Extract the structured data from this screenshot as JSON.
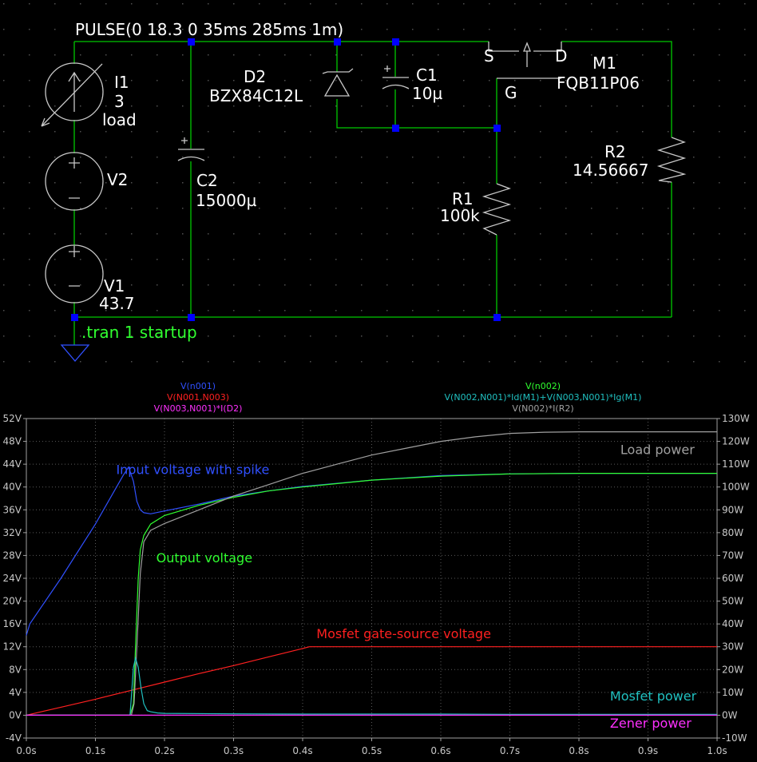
{
  "schematic": {
    "pulse_label": "PULSE(0 18.3 0 35ms 285ms 1m)",
    "i1": {
      "name": "I1",
      "value": "3",
      "extra": "load"
    },
    "v2": {
      "name": "V2"
    },
    "v1": {
      "name": "V1",
      "value": "43.7"
    },
    "c2": {
      "name": "C2",
      "value": "15000µ"
    },
    "d2": {
      "name": "D2",
      "value": "BZX84C12L"
    },
    "c1": {
      "name": "C1",
      "value": "10µ"
    },
    "m1": {
      "name": "M1",
      "value": "FQB11P06",
      "pin_s": "S",
      "pin_d": "D",
      "pin_g": "G"
    },
    "r1": {
      "name": "R1",
      "value": "100k"
    },
    "r2": {
      "name": "R2",
      "value": "14.56667"
    },
    "tran": ".tran 1 startup"
  },
  "colors": {
    "background": "#000000",
    "wire": "#00c800",
    "junction": "#0000ff",
    "component": "#c8c8c8",
    "grid_dot": "#505050"
  },
  "chart_data": {
    "type": "line",
    "xlim": [
      0,
      1.0
    ],
    "ylim_left": [
      -4,
      52
    ],
    "ylim_right": [
      -10,
      130
    ],
    "x_ticks": [
      "0.0s",
      "0.1s",
      "0.2s",
      "0.3s",
      "0.4s",
      "0.5s",
      "0.6s",
      "0.7s",
      "0.8s",
      "0.9s",
      "1.0s"
    ],
    "y_ticks_left": [
      "-4V",
      "0V",
      "4V",
      "8V",
      "12V",
      "16V",
      "20V",
      "24V",
      "28V",
      "32V",
      "36V",
      "40V",
      "44V",
      "48V",
      "52V"
    ],
    "y_ticks_right": [
      "-10W",
      "0W",
      "10W",
      "20W",
      "30W",
      "40W",
      "50W",
      "60W",
      "70W",
      "80W",
      "90W",
      "100W",
      "110W",
      "120W",
      "130W"
    ],
    "grid": true,
    "legend_left": [
      {
        "text": "V(n001)",
        "color": "#3050ff"
      },
      {
        "text": "V(N001,N003)",
        "color": "#ff2020"
      },
      {
        "text": "V(N003,N001)*I(D2)",
        "color": "#ff30ff"
      }
    ],
    "legend_right": [
      {
        "text": "V(n002)",
        "color": "#30ff30"
      },
      {
        "text": "V(N002,N001)*Id(M1)+V(N003,N001)*Ig(M1)",
        "color": "#20c0c0"
      },
      {
        "text": "V(N002)*I(R2)",
        "color": "#a0a0a0"
      }
    ],
    "annotations": [
      {
        "text": "Input voltage with spike",
        "color": "#3050ff",
        "x": 0.13,
        "y": 42.3,
        "axis": "left"
      },
      {
        "text": "Output voltage",
        "color": "#30ff30",
        "x": 0.188,
        "y": 26.8,
        "axis": "left"
      },
      {
        "text": "Mosfet gate-source voltage",
        "color": "#ff2020",
        "x": 0.42,
        "y": 13.5,
        "axis": "left"
      },
      {
        "text": "Load power",
        "color": "#a0a0a0",
        "x": 0.86,
        "y": 114.5,
        "axis": "right"
      },
      {
        "text": "Mosfet power",
        "color": "#20c0c0",
        "x": 0.845,
        "y": 6.5,
        "axis": "right"
      },
      {
        "text": "Zener power",
        "color": "#ff30ff",
        "x": 0.845,
        "y": -5.5,
        "axis": "right"
      }
    ],
    "series": [
      {
        "axis": "left",
        "color": "#3050ff",
        "x": [
          0,
          0.005,
          0.05,
          0.1,
          0.14,
          0.148,
          0.155,
          0.16,
          0.165,
          0.17,
          0.18,
          0.2,
          0.25,
          0.3,
          0.35,
          0.4,
          0.5,
          0.6,
          0.7,
          0.8,
          0.9,
          1.0
        ],
        "y": [
          14.0,
          16.0,
          24.0,
          33.5,
          42.0,
          43.5,
          41.0,
          37.5,
          36.0,
          35.5,
          35.3,
          35.8,
          37.0,
          38.4,
          39.3,
          40.1,
          41.2,
          42.0,
          42.3,
          42.4,
          42.4,
          42.4
        ]
      },
      {
        "axis": "left",
        "color": "#ff2020",
        "x": [
          0,
          0.05,
          0.1,
          0.15,
          0.2,
          0.25,
          0.3,
          0.35,
          0.4,
          0.41,
          0.5,
          0.6,
          0.7,
          0.8,
          0.9,
          1.0
        ],
        "y": [
          0,
          1.4,
          2.8,
          4.3,
          5.8,
          7.3,
          8.7,
          10.2,
          11.7,
          12.0,
          12.0,
          12.0,
          12.0,
          12.0,
          12.0,
          12.0
        ]
      },
      {
        "axis": "left",
        "color": "#30ff30",
        "x": [
          0,
          0.15,
          0.155,
          0.158,
          0.162,
          0.165,
          0.17,
          0.18,
          0.2,
          0.25,
          0.3,
          0.35,
          0.4,
          0.5,
          0.6,
          0.7,
          0.8,
          0.9,
          1.0
        ],
        "y": [
          0,
          0,
          2.0,
          12.0,
          24.0,
          29.0,
          31.5,
          33.5,
          35.0,
          36.8,
          38.2,
          39.3,
          40.0,
          41.2,
          41.9,
          42.3,
          42.4,
          42.4,
          42.4
        ]
      },
      {
        "axis": "right",
        "color": "#a0a0a0",
        "x": [
          0,
          0.152,
          0.156,
          0.16,
          0.165,
          0.17,
          0.18,
          0.2,
          0.25,
          0.3,
          0.35,
          0.4,
          0.45,
          0.5,
          0.55,
          0.6,
          0.65,
          0.7,
          0.75,
          0.8,
          0.9,
          1.0
        ],
        "y": [
          0,
          0,
          5.0,
          30.0,
          62.0,
          76.0,
          81.0,
          84.0,
          90.0,
          96.0,
          101.0,
          106.0,
          110.0,
          114.0,
          117.0,
          120.0,
          122.0,
          123.5,
          124.0,
          124.2,
          124.2,
          124.2
        ]
      },
      {
        "axis": "right",
        "color": "#20c0c0",
        "x": [
          0,
          0.15,
          0.152,
          0.155,
          0.158,
          0.162,
          0.166,
          0.17,
          0.175,
          0.18,
          0.19,
          0.2,
          0.3,
          0.4,
          0.5,
          0.6,
          0.7,
          0.8,
          0.9,
          1.0
        ],
        "y": [
          0,
          0,
          8.0,
          21.0,
          25.0,
          21.0,
          12.0,
          5.0,
          2.0,
          1.5,
          1.0,
          0.8,
          0.6,
          0.5,
          0.5,
          0.5,
          0.4,
          0.4,
          0.4,
          0.4
        ]
      },
      {
        "axis": "right",
        "color": "#ff30ff",
        "x": [
          0,
          0.1,
          0.2,
          0.3,
          0.4,
          0.5,
          0.6,
          0.7,
          0.8,
          0.9,
          1.0
        ],
        "y": [
          0,
          0,
          0,
          0,
          0,
          0,
          0,
          0,
          0,
          0,
          0
        ]
      }
    ]
  }
}
